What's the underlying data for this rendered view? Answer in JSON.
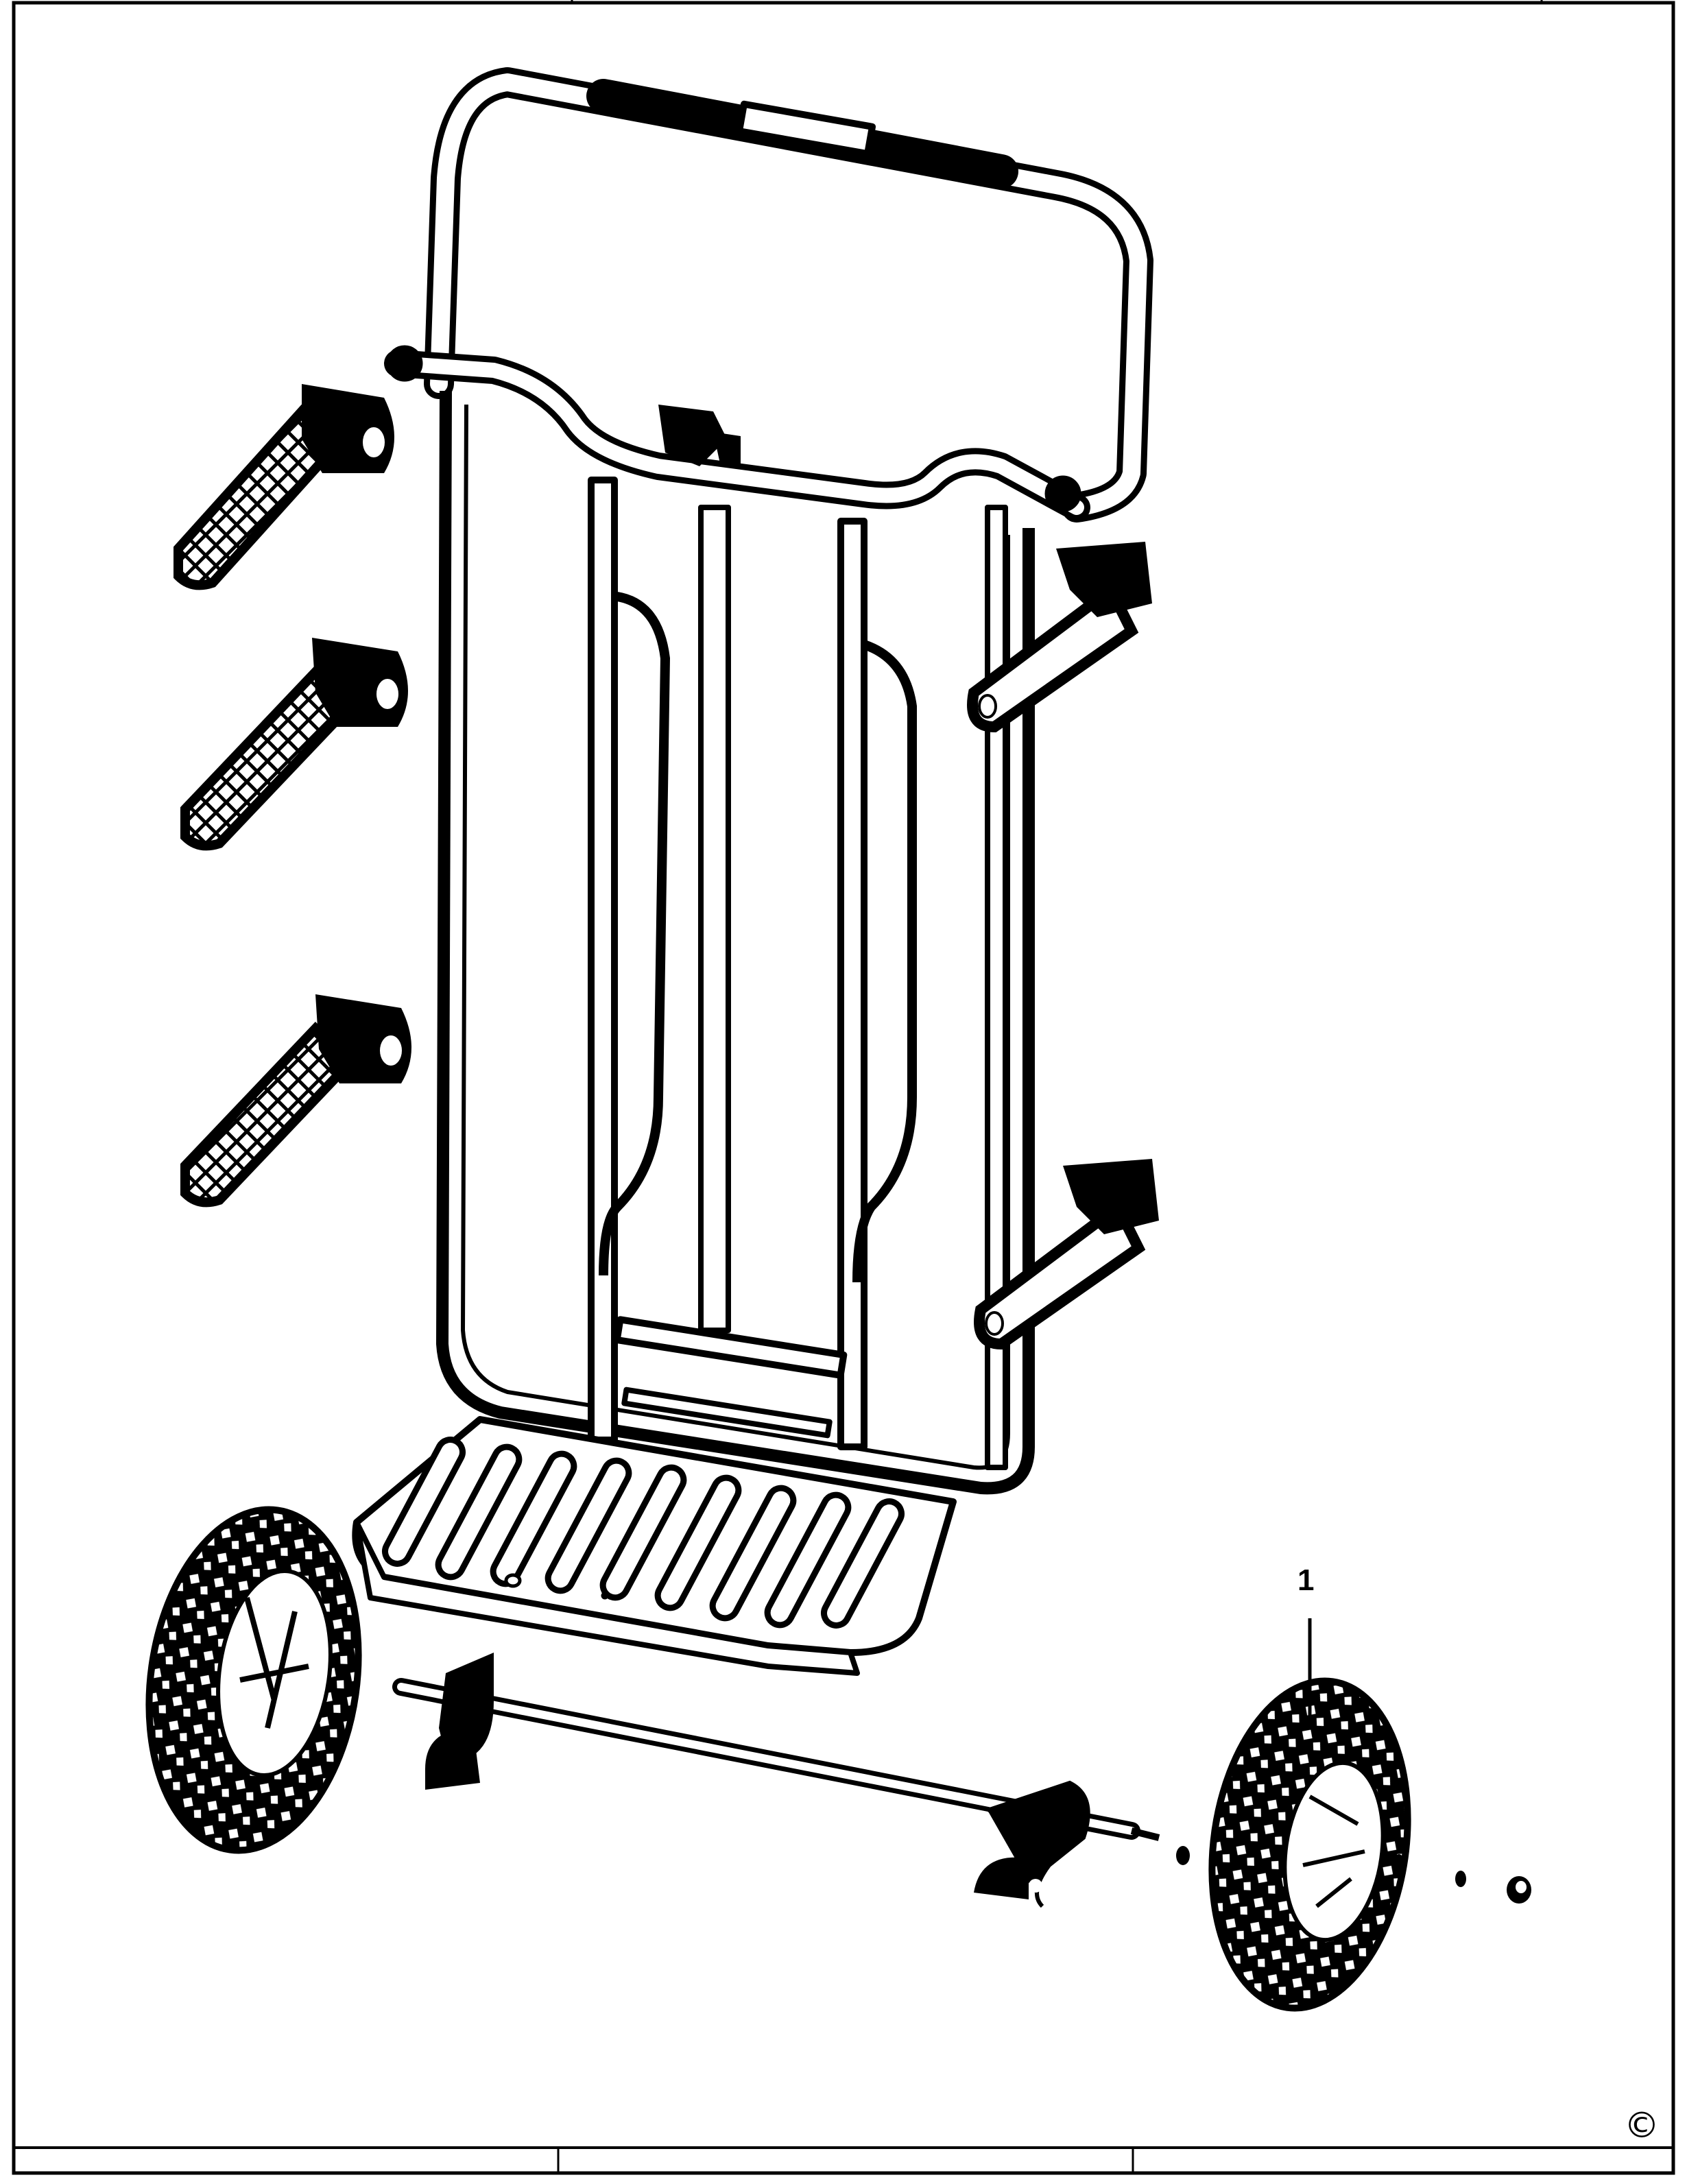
{
  "diagram": {
    "type": "exploded-parts-diagram",
    "callouts": [
      {
        "number": "1",
        "part": "wheel"
      }
    ],
    "copyright_symbol": "©",
    "colors": {
      "ink": "#000000",
      "paper": "#ffffff",
      "shade": "#3a3a3a"
    }
  }
}
